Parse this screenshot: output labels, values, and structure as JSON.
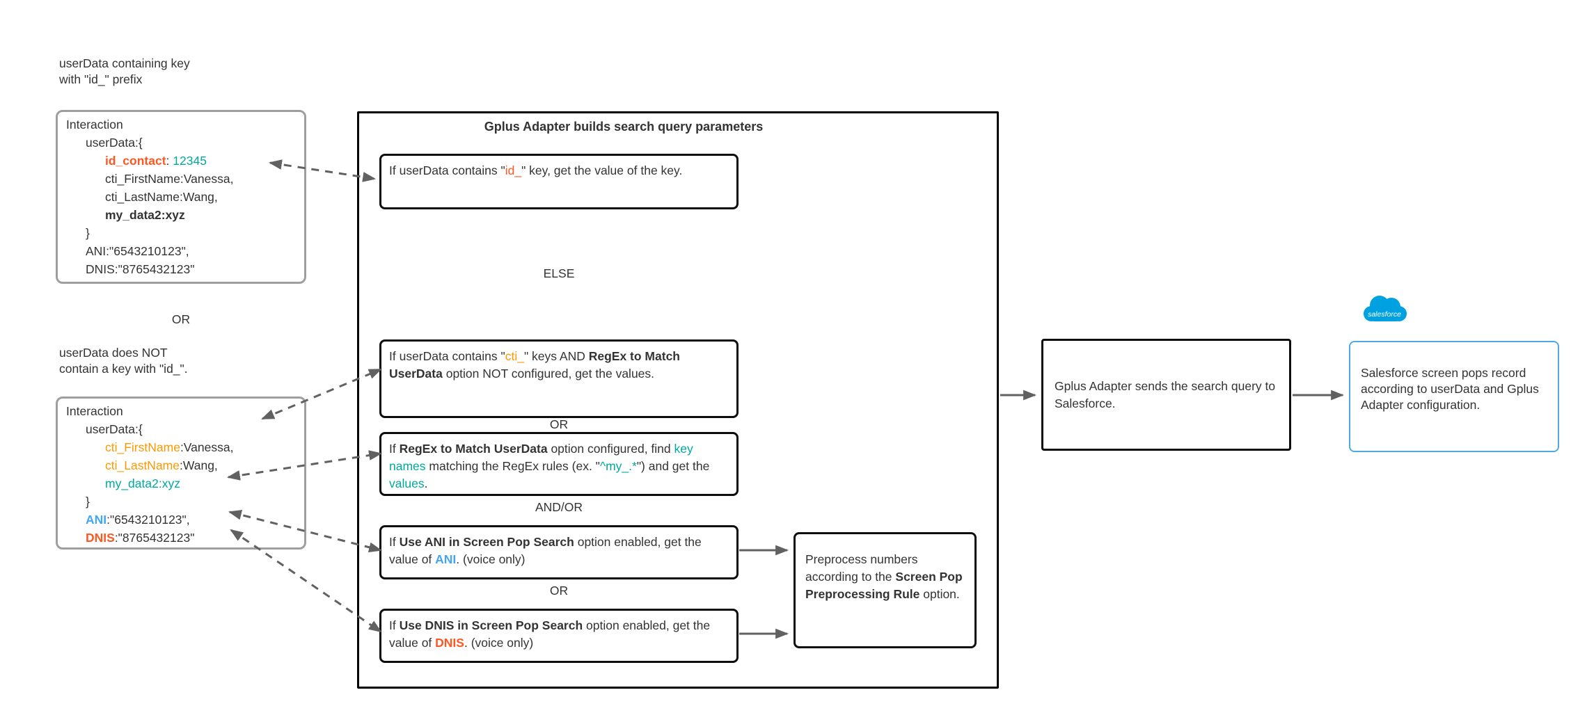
{
  "colors": {
    "orange": "#FF9800",
    "red": "#FF5722",
    "teal": "#00A99D",
    "blue": "#42A5F5",
    "sf-blue": "#00A1E0",
    "sf-border": "#4FA8E0"
  },
  "left": {
    "top_label_line1": "userData containing key",
    "top_label_line2": "with \"id_\" prefix",
    "or_label": "OR",
    "bottom_label_line1": "userData does NOT",
    "bottom_label_line2": "contain a key with \"id_\".",
    "interaction_with_id": {
      "lines": [
        {
          "ind": 0,
          "seg": [
            {
              "t": "Interaction"
            }
          ]
        },
        {
          "ind": 1,
          "seg": [
            {
              "t": "userData:{"
            }
          ]
        },
        {
          "ind": 2,
          "seg": [
            {
              "t": "id_contact",
              "s": "rb"
            },
            {
              "t": ": "
            },
            {
              "t": "12345",
              "s": "t"
            }
          ]
        },
        {
          "ind": 2,
          "seg": [
            {
              "t": "cti_FirstName:Vanessa,"
            }
          ]
        },
        {
          "ind": 2,
          "seg": [
            {
              "t": "cti_LastName:Wang,"
            }
          ]
        },
        {
          "ind": 2,
          "seg": [
            {
              "t": "my_data2:xyz",
              "s": "b"
            }
          ]
        },
        {
          "ind": 1,
          "seg": [
            {
              "t": "}"
            }
          ]
        },
        {
          "ind": 1,
          "seg": [
            {
              "t": "ANI:\"6543210123\","
            }
          ]
        },
        {
          "ind": 1,
          "seg": [
            {
              "t": "DNIS:\"8765432123\""
            }
          ]
        }
      ]
    },
    "interaction_without_id": {
      "lines": [
        {
          "ind": 0,
          "seg": [
            {
              "t": "Interaction"
            }
          ]
        },
        {
          "ind": 1,
          "seg": [
            {
              "t": "userData:{"
            }
          ]
        },
        {
          "ind": 2,
          "seg": [
            {
              "t": "cti_FirstName",
              "s": "o"
            },
            {
              "t": ":Vanessa,"
            }
          ]
        },
        {
          "ind": 2,
          "seg": [
            {
              "t": "cti_LastName",
              "s": "o"
            },
            {
              "t": ":Wang,"
            }
          ]
        },
        {
          "ind": 2,
          "seg": [
            {
              "t": "my_data2:xyz",
              "s": "t"
            }
          ]
        },
        {
          "ind": 1,
          "seg": [
            {
              "t": "}"
            }
          ]
        },
        {
          "ind": 1,
          "seg": [
            {
              "t": "ANI",
              "s": "bb"
            },
            {
              "t": ":\"6543210123\","
            }
          ]
        },
        {
          "ind": 1,
          "seg": [
            {
              "t": "DNIS",
              "s": "rb"
            },
            {
              "t": ":\"8765432123\""
            }
          ]
        }
      ]
    }
  },
  "flow": {
    "title": "Gplus Adapter builds search query parameters",
    "step_id_key": [
      {
        "t": "If userData contains \""
      },
      {
        "t": "id_",
        "s": "r"
      },
      {
        "t": "\" key, get the value of the key."
      }
    ],
    "connector_else": "ELSE",
    "step_cti_keys": [
      {
        "t": "If userData contains \""
      },
      {
        "t": "cti_",
        "s": "o"
      },
      {
        "t": "\" keys AND "
      },
      {
        "t": "RegEx to Match UserData",
        "s": "b"
      },
      {
        "t": " option NOT configured, get the values."
      }
    ],
    "connector_or_1": "OR",
    "step_regex": [
      {
        "t": "If "
      },
      {
        "t": "RegEx to Match UserData",
        "s": "b"
      },
      {
        "t": " option configured, find "
      },
      {
        "t": "key names",
        "s": "t"
      },
      {
        "t": " matching the RegEx rules (ex. \""
      },
      {
        "t": "^my_.*",
        "s": "t"
      },
      {
        "t": "\") and get the "
      },
      {
        "t": "values",
        "s": "t"
      },
      {
        "t": "."
      }
    ],
    "connector_and_or": "AND/OR",
    "step_ani": [
      {
        "t": "If "
      },
      {
        "t": "Use ANI in Screen Pop Search",
        "s": "b"
      },
      {
        "t": " option enabled, get the value of "
      },
      {
        "t": "ANI",
        "s": "bb"
      },
      {
        "t": ".  (voice only)"
      }
    ],
    "connector_or_2": "OR",
    "step_dnis": [
      {
        "t": "If "
      },
      {
        "t": "Use DNIS in Screen Pop Search",
        "s": "b"
      },
      {
        "t": " option enabled, get the value of "
      },
      {
        "t": "DNIS",
        "s": "rb"
      },
      {
        "t": ". (voice only)"
      }
    ]
  },
  "preprocess_box": [
    {
      "t": "Preprocess numbers according to the "
    },
    {
      "t": "Screen Pop Preprocessing Rule",
      "s": "b"
    },
    {
      "t": " option."
    }
  ],
  "send_box": [
    {
      "t": "Gplus Adapter sends the search query to Salesforce."
    }
  ],
  "salesforce": {
    "logo_text": "salesforce",
    "result_box": [
      {
        "t": "Salesforce screen pops record according to userData and  Gplus Adapter configuration."
      }
    ]
  }
}
